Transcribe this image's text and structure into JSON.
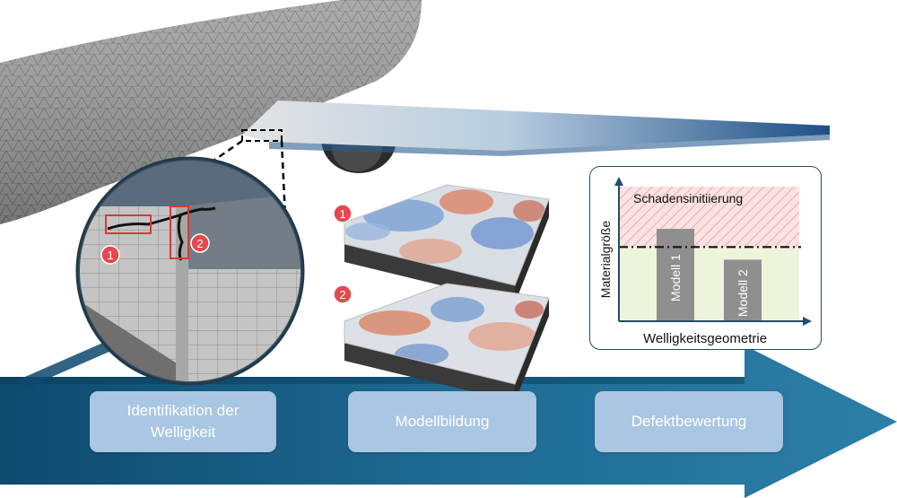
{
  "stages": [
    {
      "line1": "Identifikation der",
      "line2": "Welligkeit"
    },
    {
      "line1": "Modellbildung",
      "line2": ""
    },
    {
      "line1": "Defektbewertung",
      "line2": ""
    }
  ],
  "markers": {
    "one": "1",
    "two": "2"
  },
  "chart_data": {
    "type": "bar",
    "categories": [
      "Modell 1",
      "Modell 2"
    ],
    "values": [
      0.66,
      0.44
    ],
    "threshold": 0.53,
    "ylim": [
      0,
      1
    ],
    "xlabel": "Welligkeitsgeometrie",
    "ylabel": "Materialgröße",
    "zone_label": "Schadensinitiierung",
    "colors": {
      "bar": "#8f8f8f",
      "damage_zone": "#f7c9c9",
      "safe_zone": "#eef4dc",
      "axis": "#1f4e6b"
    }
  },
  "colors": {
    "arrow_dark": "#0e4a6e",
    "arrow_light": "#2d7fa8",
    "stage_box": "#a9c6e2",
    "marker": "#e5484d"
  }
}
